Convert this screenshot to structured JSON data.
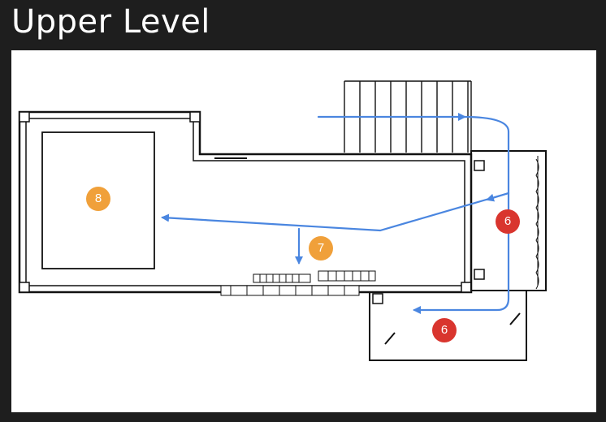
{
  "header": {
    "title": "Upper Level"
  },
  "markers": [
    {
      "id": "marker-8",
      "label": "8",
      "color": "#f0a03a"
    },
    {
      "id": "marker-7",
      "label": "7",
      "color": "#f0a03a"
    },
    {
      "id": "marker-6-deck",
      "label": "6",
      "color": "#d9352e"
    },
    {
      "id": "marker-6-lower",
      "label": "6",
      "color": "#d9352e"
    }
  ],
  "colors": {
    "path": "#4a86e0",
    "wall": "#111111"
  }
}
